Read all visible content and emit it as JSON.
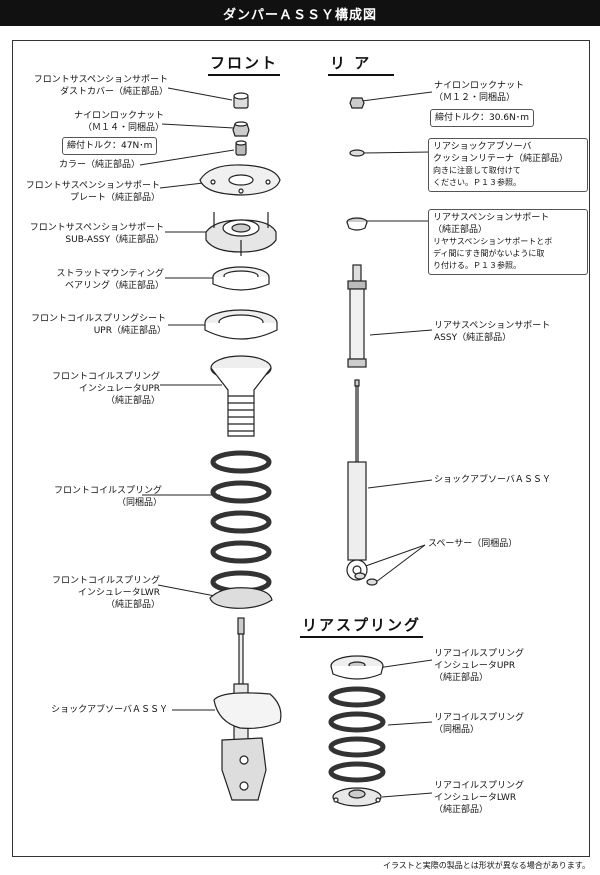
{
  "title": "ダンパーＡＳＳＹ構成図",
  "sections": {
    "front": "フロント",
    "rear": "リ ア",
    "rear_spring": "リアスプリング"
  },
  "front": {
    "dust_cover": [
      "フロントサスペンションサポート",
      "ダストカバー（純正部品）"
    ],
    "nut": [
      "ナイロンロックナット",
      "（Ｍ１４・同梱品）"
    ],
    "nut_torque": "締付トルク：47N･m",
    "collar": "カラー（純正部品）",
    "plate": [
      "フロントサスペンションサポート",
      "プレート（純正部品）"
    ],
    "sub_assy": [
      "フロントサスペンションサポート",
      "SUB-ASSY（純正部品）"
    ],
    "bearing": [
      "ストラットマウンティング",
      "ベアリング（純正部品）"
    ],
    "seat": [
      "フロントコイルスプリングシート",
      "UPR（純正部品）"
    ],
    "insulator_upr": [
      "フロントコイルスプリング",
      "インシュレータUPR",
      "（純正部品）"
    ],
    "spring": [
      "フロントコイルスプリング",
      "（同梱品）"
    ],
    "insulator_lwr": [
      "フロントコイルスプリング",
      "インシュレータLWR",
      "（純正部品）"
    ],
    "absorber": "ショックアブソーバＡＳＳＹ"
  },
  "rear": {
    "nut": [
      "ナイロンロックナット",
      "（Ｍ１２・同梱品）"
    ],
    "nut_torque": "締付トルク：30.6N･m",
    "retainer": [
      "リアショックアブソーバ",
      "クッションリテーナ（純正部品）"
    ],
    "retainer_note": [
      "向きに注意して取付けて",
      "ください。Ｐ１３参照。"
    ],
    "support": [
      "リアサスペンションサポート",
      "（純正部品）"
    ],
    "support_note": [
      "リヤサスペンションサポートとボ",
      "ディ間にすき間がないように取",
      "り付ける。Ｐ１３参照。"
    ],
    "support_assy": [
      "リアサスペンションサポート",
      "ASSY（純正部品）"
    ],
    "absorber": "ショックアブソーバＡＳＳＹ",
    "spacer": "スペーサー（同梱品）"
  },
  "rear_spring": {
    "insulator_upr": [
      "リアコイルスプリング",
      "インシュレータUPR",
      "（純正部品）"
    ],
    "spring": [
      "リアコイルスプリング",
      "（同梱品）"
    ],
    "insulator_lwr": [
      "リアコイルスプリング",
      "インシュレータLWR",
      "（純正部品）"
    ]
  },
  "footnote": "イラストと実際の製品とは形状が異なる場合があります。"
}
